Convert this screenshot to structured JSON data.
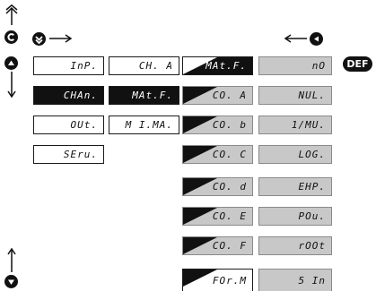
{
  "button_label": "DEF",
  "col1": [
    "InP.",
    "CHAn.",
    "OUt.",
    "SEru."
  ],
  "col2": [
    "CH. A",
    "MAt.F.",
    "M I.MA."
  ],
  "col3": [
    "MAt.F.",
    "CO. A",
    "CO. b",
    "CO. C",
    "CO. d",
    "CO. E",
    "CO. F",
    "FOr.M"
  ],
  "col4": [
    "nO",
    "NUL.",
    "1/MU.",
    "LOG.",
    "EHP.",
    "POu.",
    "rOOt",
    "5 In"
  ],
  "icons": {
    "top_up_arrow": "double-up-arrow-icon",
    "mode_button": "c-circle-icon",
    "enter_button": "chevron-down-circle-icon",
    "left_button": "left-triangle-circle-icon",
    "up_button": "up-triangle-circle-icon",
    "down_button": "down-triangle-circle-icon"
  },
  "colors": {
    "ink": "#111111",
    "gray_box": "#c8c8c8"
  }
}
